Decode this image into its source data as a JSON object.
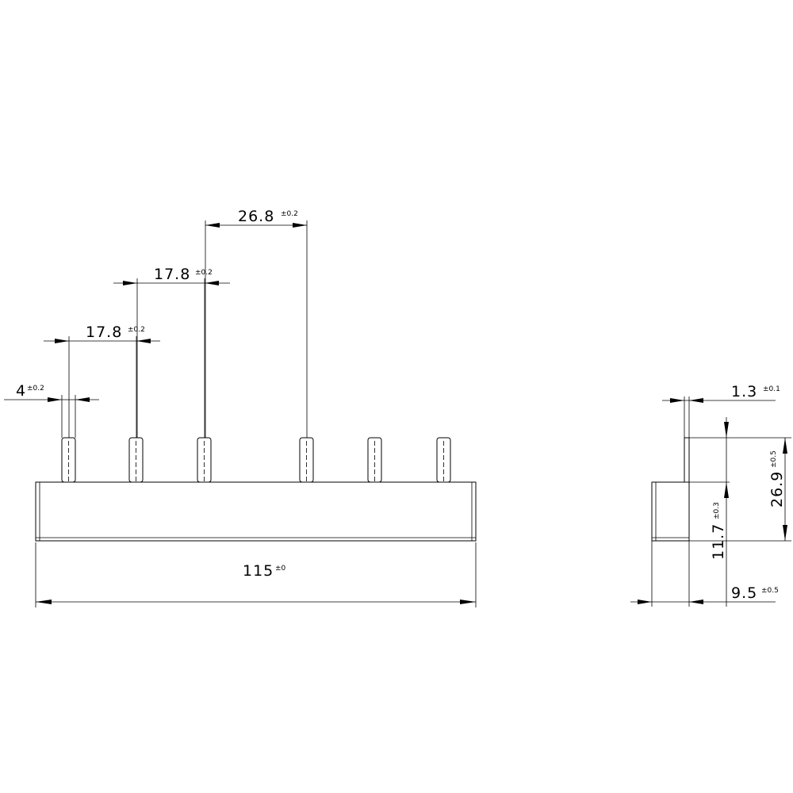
{
  "front_view": {
    "pin_pitch_1": {
      "value": "17.8",
      "tol": "±0.2"
    },
    "pin_pitch_2": {
      "value": "17.8",
      "tol": "±0.2"
    },
    "pin_pitch_3": {
      "value": "26.8",
      "tol": "±0.2"
    },
    "pin_width": {
      "value": "4",
      "tol": "±0.2"
    },
    "total_length": {
      "value": "115",
      "tol": "±0"
    }
  },
  "side_view": {
    "pin_thickness": {
      "value": "1.3",
      "tol": "±0.1"
    },
    "total_height": {
      "value": "26.9",
      "tol": "±0.5"
    },
    "body_height": {
      "value": "11.7",
      "tol": "±0.3"
    },
    "body_width": {
      "value": "9.5",
      "tol": "±0.5"
    }
  }
}
